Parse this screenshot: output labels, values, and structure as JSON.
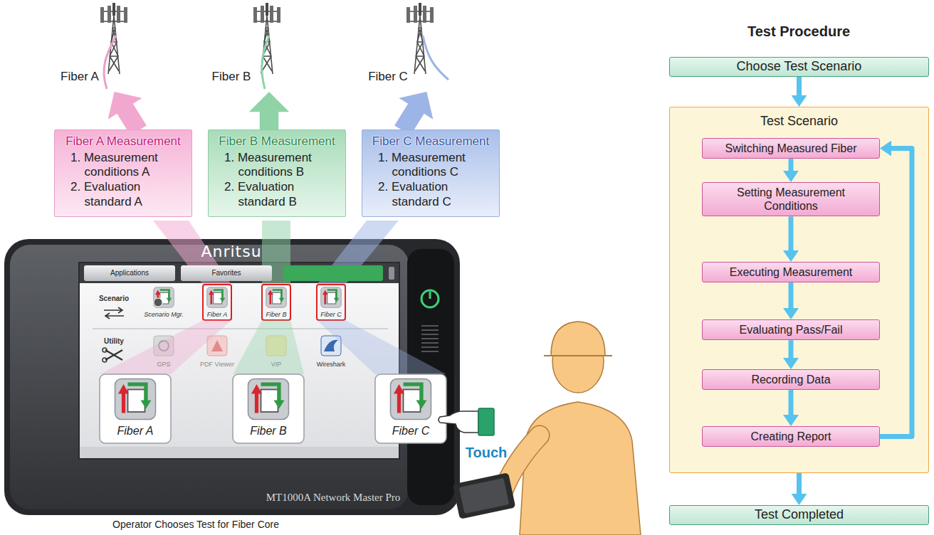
{
  "diagram": {
    "title": "Test Procedure",
    "caption": "Operator Chooses Test for Fiber Core",
    "nodes": [
      {
        "text": [
          "Fiber A Measurement",
          "1. Measurement conditions A",
          "2. Evaluation standard A"
        ]
      },
      {
        "text": [
          "Fiber B Measurement",
          "1. Measurement conditions B",
          "2. Evaluation standard B"
        ]
      },
      {
        "text": [
          "Fiber C Measurement",
          "1. Measurement conditions C",
          "2. Evaluation standard C"
        ]
      },
      {
        "text": [
          "Choose Test Scenario"
        ]
      },
      {
        "text": [
          "Test Scenario"
        ]
      },
      {
        "text": [
          "Switching Measured Fiber"
        ],
        "in": 4
      },
      {
        "text": [
          "Setting Measurement Conditions"
        ],
        "in": 4
      },
      {
        "text": [
          "Executing Measurement"
        ],
        "in": 4
      },
      {
        "text": [
          "Evaluating Pass/Fail"
        ],
        "in": 4
      },
      {
        "text": [
          "Recording Data"
        ],
        "in": 4
      },
      {
        "text": [
          "Creating Report"
        ],
        "in": 4
      },
      {
        "text": [
          "Test Completed"
        ]
      }
    ],
    "edges": [
      {
        "from": 3,
        "to": 4,
        "arrow": "to"
      },
      {
        "from": 5,
        "to": 6,
        "arrow": "to"
      },
      {
        "from": 6,
        "to": 7,
        "arrow": "to"
      },
      {
        "from": 7,
        "to": 8,
        "arrow": "to"
      },
      {
        "from": 8,
        "to": 9,
        "arrow": "to"
      },
      {
        "from": 9,
        "to": 10,
        "arrow": "to"
      },
      {
        "from": 10,
        "to": 5,
        "arrow": "to"
      },
      {
        "from": 4,
        "to": 11,
        "arrow": "to"
      }
    ],
    "labels": [
      "Fiber A",
      "Fiber B",
      "Fiber C",
      "Anritsu",
      "Applications",
      "Favorites",
      "Scenario",
      "Scenario Mgr.",
      "Fiber A",
      "Fiber B",
      "Fiber C",
      "Utility",
      "GPS",
      "PDF Viewer",
      "VIP",
      "Wireshark",
      "Fiber A",
      "Fiber B",
      "Fiber C",
      "Touch",
      "MT1000A Network Master Pro"
    ]
  }
}
